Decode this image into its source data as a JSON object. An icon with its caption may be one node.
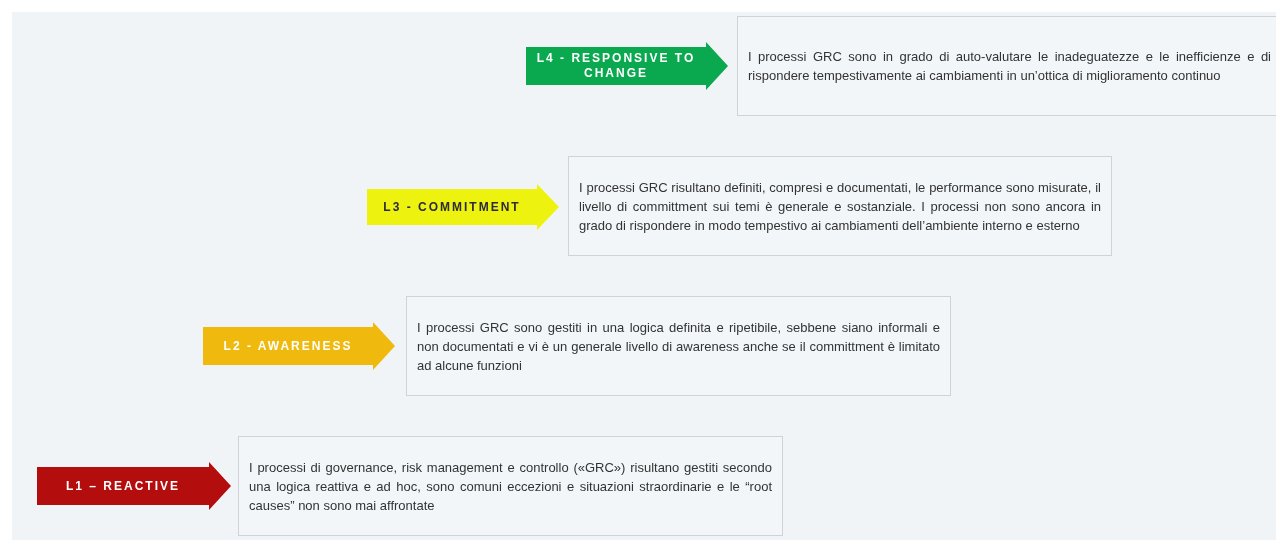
{
  "diagram": {
    "nodes": [
      {
        "text": [
          "L4 - RESPONSIVE TO CHANGE"
        ]
      },
      {
        "text": [
          "I processi GRC sono in grado di auto-valutare le inadeguatezze e le inefficienze e di rispondere tempestivamente ai cambiamenti in un’ottica di miglioramento continuo"
        ]
      },
      {
        "text": [
          "L3 - COMMITMENT"
        ]
      },
      {
        "text": [
          "I processi GRC risultano definiti, compresi e documentati, le performance sono misurate, il livello di committment sui temi è generale e sostanziale. I processi non sono ancora in grado di rispondere in modo tempestivo ai cambiamenti dell’ambiente interno e esterno"
        ]
      },
      {
        "text": [
          "L2 - AWARENESS"
        ]
      },
      {
        "text": [
          "I processi GRC sono gestiti in una logica definita e ripetibile, sebbene siano informali e non documentati e vi è un generale livello di awareness anche se il committment è limitato ad alcune funzioni"
        ]
      },
      {
        "text": [
          "L1 – REACTIVE"
        ]
      },
      {
        "text": [
          "I processi di governance, risk management e controllo («GRC») risultano gestiti secondo una logica reattiva e ad hoc, sono comuni eccezioni e situazioni straordinarie e le “root causes” non sono mai affrontate"
        ]
      }
    ]
  }
}
